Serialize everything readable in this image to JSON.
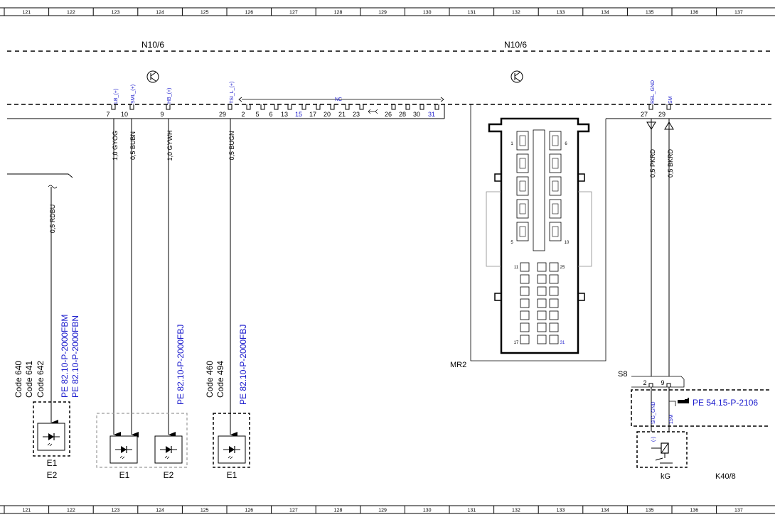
{
  "ruler": {
    "columns": [
      "121",
      "122",
      "123",
      "124",
      "125",
      "126",
      "127",
      "128",
      "129",
      "130",
      "131",
      "132",
      "133",
      "134",
      "135",
      "136",
      "137"
    ]
  },
  "modules": {
    "left": "N10/6",
    "right": "N10/6",
    "mr2": "MR2",
    "s8": "S8",
    "k40": "K40/8",
    "kg": "kG"
  },
  "signals": {
    "lb": "LB_(+)",
    "sml": "SML_(+)",
    "hb": "HB_(+)",
    "tsi": "TSI_L_(+)",
    "nc": "NC",
    "rel_gnd": "REL_GND",
    "sm": "SM",
    "sig_gnd": "SIG_GND",
    "sm15": "15M",
    "minus": "(-)"
  },
  "pins": {
    "p7": "7",
    "p10": "10",
    "p9": "9",
    "p29": "29",
    "nc": [
      "2",
      "5",
      "6",
      "13",
      "15",
      "17",
      "20",
      "21",
      "23",
      "26",
      "28",
      "30",
      "31"
    ],
    "r27": "27",
    "r29": "29",
    "s2": "2",
    "s9": "9"
  },
  "wires": {
    "gyog": "1,0 GYOG",
    "bubn": "0,5 BUBN",
    "gywh": "1,0 GYWH",
    "bugn": "0,5 BUGN",
    "rdbu": "0,5 RDBU",
    "pkrd": "0,5 PKRD",
    "bkrd": "0,5 BKRD"
  },
  "connector": {
    "n1": "1",
    "n6": "6",
    "n5": "5",
    "n10": "10",
    "n11": "11",
    "n25": "25",
    "n17": "17",
    "n31": "31"
  },
  "codes": {
    "g1": [
      "Code 640",
      "Code 641",
      "Code 642"
    ],
    "g2": [
      "Code 460",
      "Code 494"
    ]
  },
  "refs": {
    "fbm": "PE 82.10-P-2000FBM",
    "fbn": "PE 82.10-P-2000FBN",
    "fbj1": "PE 82.10-P-2000FBJ",
    "fbj2": "PE 82.10-P-2000FBJ",
    "pe54": "PE 54.15-P-2106"
  },
  "components": {
    "e1a": "E1",
    "e2a": "E2",
    "e1b": "E1",
    "e2b": "E2",
    "e1c": "E1"
  },
  "colors": {
    "reference_blue": "#1a1acc",
    "line": "#000000"
  }
}
